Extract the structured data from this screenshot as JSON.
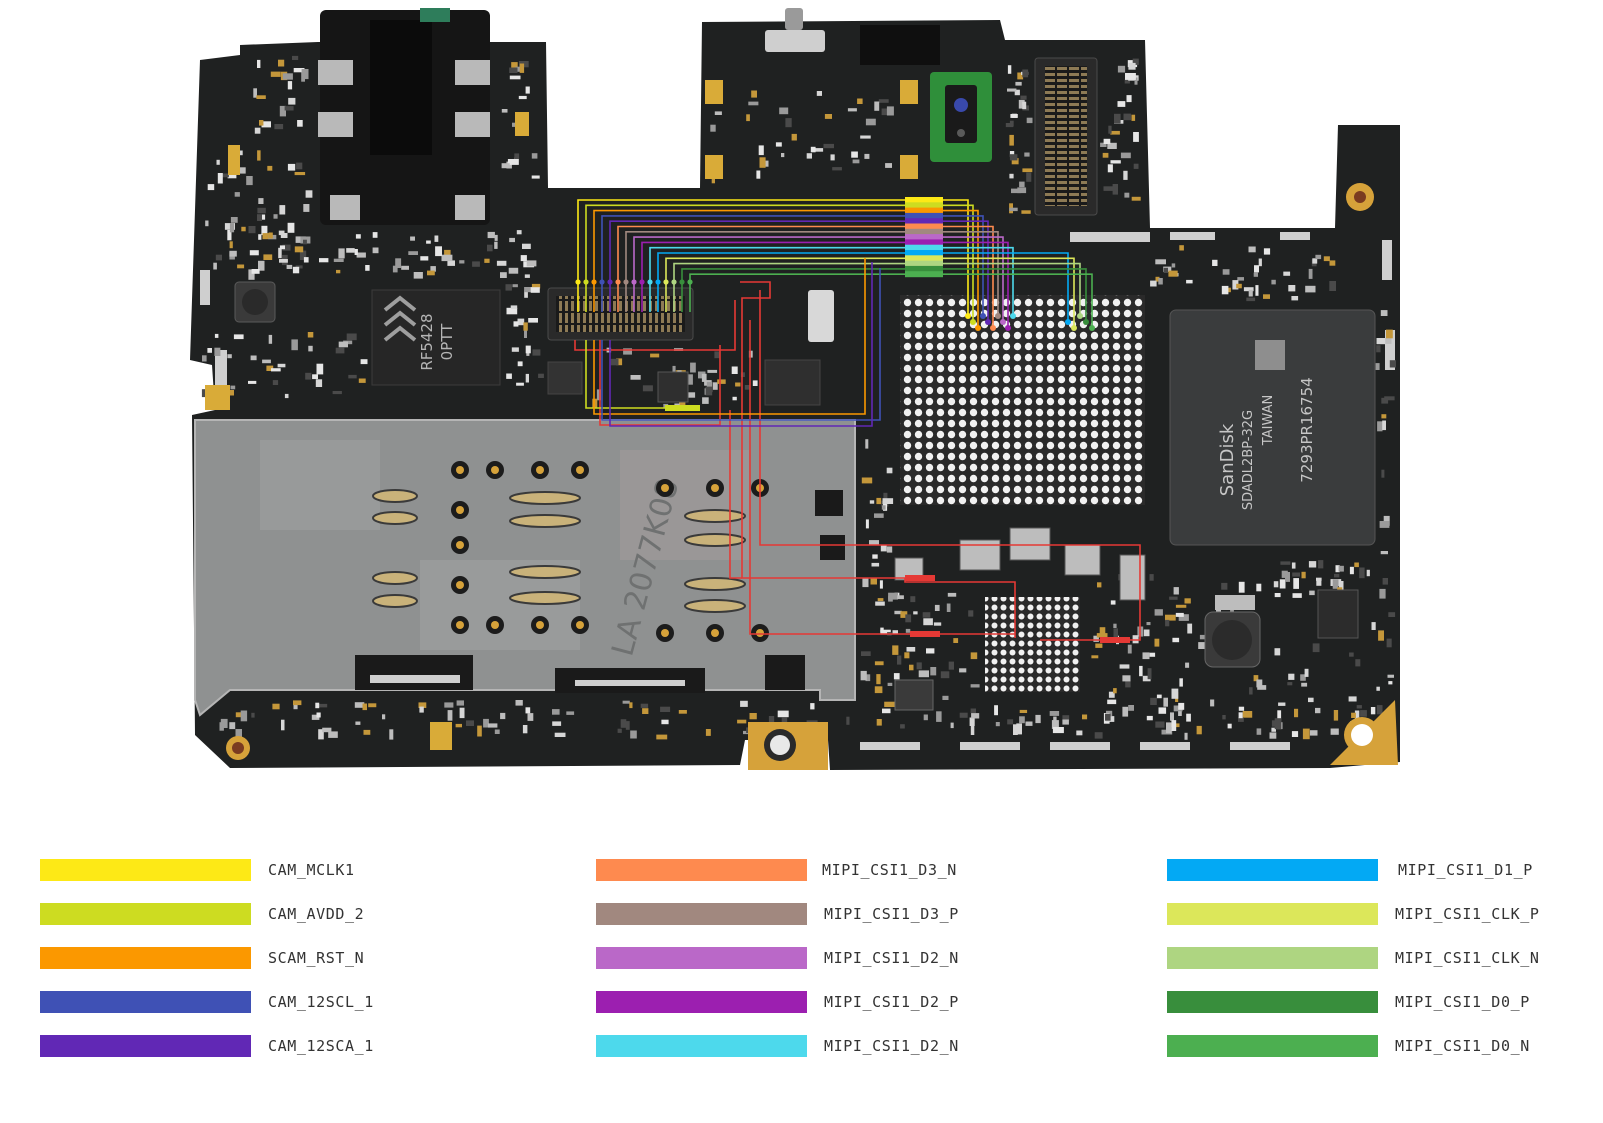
{
  "board": {
    "markings": {
      "rf_chip": [
        "RF5428",
        "0PTT"
      ],
      "memory_chip": [
        "SanDisk",
        "SDADL2BP-32G",
        "TAIWAN",
        "7293PR16754"
      ],
      "sim_tray": "LA 2077K08"
    },
    "aux_trace_color": "#e53935",
    "board_color": "#1f2121",
    "gold_color": "#d6a23a"
  },
  "legend": [
    {
      "label": "CAM_MCLK1",
      "color": "#fde916"
    },
    {
      "label": "CAM_AVDD_2",
      "color": "#cddc21"
    },
    {
      "label": "SCAM_RST_N",
      "color": "#fb9800"
    },
    {
      "label": "CAM_12SCL_1",
      "color": "#3f51b5"
    },
    {
      "label": "CAM_12SCA_1",
      "color": "#6128b5"
    },
    {
      "label": "MIPI_CSI1_D3_N",
      "color": "#fe8a4f"
    },
    {
      "label": "MIPI_CSI1_D3_P",
      "color": "#a1887f"
    },
    {
      "label": "MIPI_CSI1_D2_N",
      "color": "#ba68c8"
    },
    {
      "label": "MIPI_CSI1_D2_P",
      "color": "#9c1fb0"
    },
    {
      "label": "MIPI_CSI1_D2_N",
      "color": "#4dd9ec"
    },
    {
      "label": "MIPI_CSI1_D1_P",
      "color": "#03a9f4"
    },
    {
      "label": "MIPI_CSI1_CLK_P",
      "color": "#dce75a"
    },
    {
      "label": "MIPI_CSI1_CLK_N",
      "color": "#aed581"
    },
    {
      "label": "MIPI_CSI1_D0_P",
      "color": "#388e3c"
    },
    {
      "label": "MIPI_CSI1_D0_N",
      "color": "#4caf50"
    }
  ]
}
